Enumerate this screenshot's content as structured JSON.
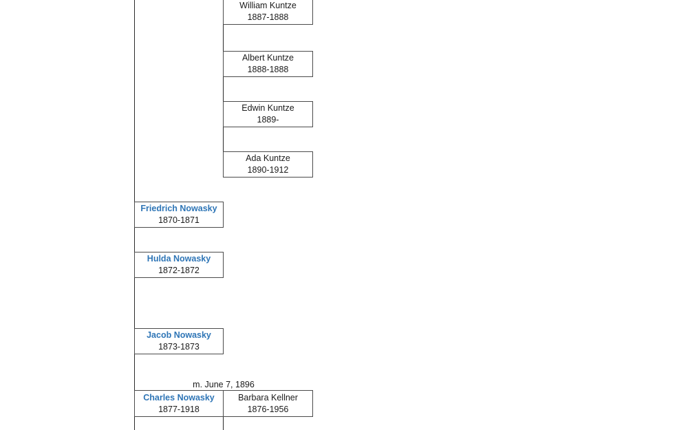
{
  "chart": {
    "type": "family-tree",
    "title": "",
    "accent_color": "#2e75b6",
    "line_color": "#2a2a2a",
    "box_border_color": "#4a4a4a",
    "background_color": "#ffffff"
  },
  "kuntze_children": [
    {
      "name": "William Kuntze",
      "dates": "1887-1888"
    },
    {
      "name": "Albert Kuntze",
      "dates": "1888-1888"
    },
    {
      "name": "Edwin Kuntze",
      "dates": "1889-"
    },
    {
      "name": "Ada Kuntze",
      "dates": "1890-1912"
    }
  ],
  "nowasky_children": [
    {
      "name": "Friedrich Nowasky",
      "dates": "1870-1871"
    },
    {
      "name": "Hulda Nowasky",
      "dates": "1872-1872"
    },
    {
      "name": "Jacob Nowasky",
      "dates": "1873-1873"
    }
  ],
  "marriage": {
    "label": "m. June 7, 1896",
    "husband": {
      "name": "Charles Nowasky",
      "dates": "1877-1918"
    },
    "wife": {
      "name": "Barbara Kellner",
      "dates": "1876-1956"
    }
  }
}
